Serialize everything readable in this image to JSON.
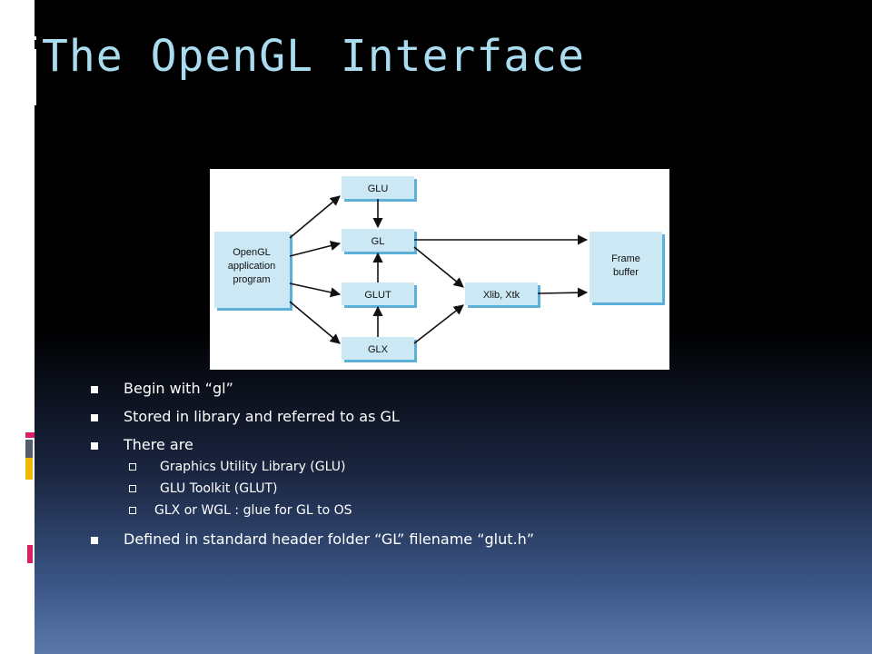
{
  "slide": {
    "title": "The OpenGL Interface"
  },
  "diagram": {
    "boxes": {
      "glu": "GLU",
      "gl": "GL",
      "glut": "GLUT",
      "glx": "GLX",
      "app_line1": "OpenGL",
      "app_line2": "application",
      "app_line3": "program",
      "xlib": "Xlib, Xtk",
      "fb_line1": "Frame",
      "fb_line2": "buffer"
    }
  },
  "bullets": [
    "Begin with “gl”",
    "Stored in library and referred to as GL",
    "There are",
    "Defined in standard header folder “GL” filename “glut.h”"
  ],
  "sub_bullets": [
    "Graphics Utility Library (GLU)",
    "GLU Toolkit (GLUT)",
    "GLX or WGL : glue for GL to OS"
  ],
  "colors": {
    "title": "#a9dcef",
    "box_fill": "#cbe8f4",
    "box_shadow": "#5bb0d8",
    "accent_red": "#d8206a",
    "accent_yellow": "#f0b800",
    "accent_gray": "#555c6a"
  }
}
